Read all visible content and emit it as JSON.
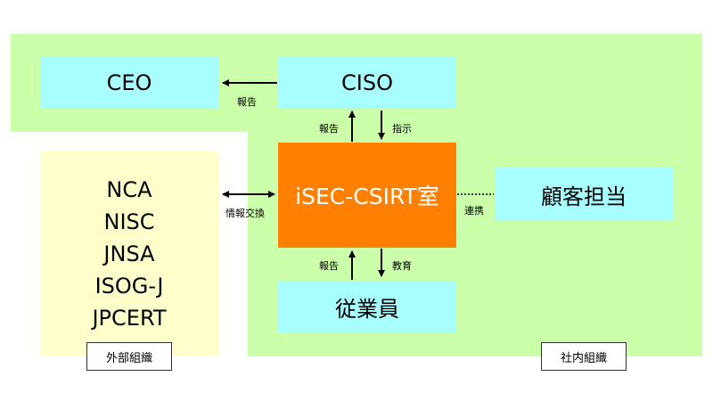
{
  "nodes": {
    "ceo": "CEO",
    "ciso": "CISO",
    "csirt": "iSEC-CSIRT室",
    "customer": "顧客担当",
    "employee": "従業員"
  },
  "external_orgs": [
    "NCA",
    "NISC",
    "JNSA",
    "ISOG-J",
    "JPCERT"
  ],
  "group_labels": {
    "external": "外部組織",
    "internal": "社内組織"
  },
  "edge_labels": {
    "ciso_to_ceo": "報告",
    "csirt_to_ciso": "報告",
    "ciso_to_csirt": "指示",
    "info_exchange": "情報交換",
    "coordination": "連携",
    "employee_to_csirt": "報告",
    "csirt_to_employee": "教育"
  },
  "colors": {
    "internal_bg": "#ccffaa",
    "external_bg": "#ffffcc",
    "node_bg": "#a8fdff",
    "core_bg": "#ff8000",
    "core_text": "#ffffff"
  }
}
